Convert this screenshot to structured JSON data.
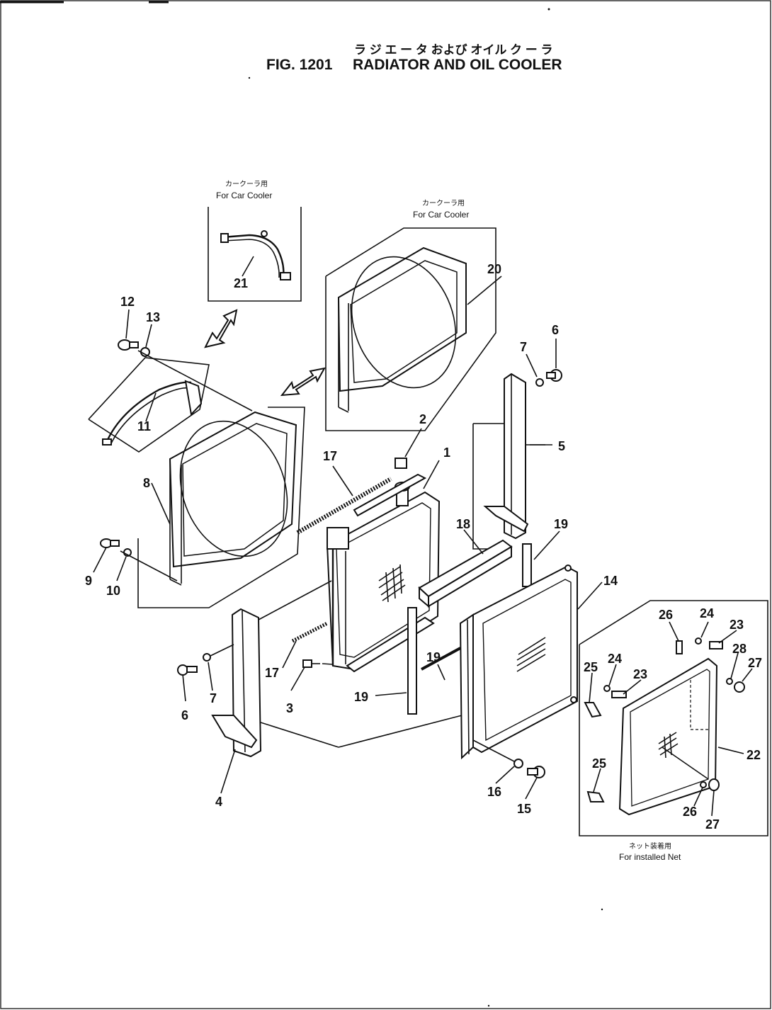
{
  "title_jp": "ラ ジ エ ー タ および オイル ク ー ラ",
  "title_fig": "FIG. 1201",
  "title_en": "RADIATOR AND OIL COOLER",
  "insets": {
    "car_cooler_a_jp": "カークーラ用",
    "car_cooler_a_en": "For Car Cooler",
    "car_cooler_b_jp": "カークーラ用",
    "car_cooler_b_en": "For Car Cooler",
    "net_jp": "ネット装着用",
    "net_en": "For installed Net"
  },
  "callouts": {
    "c1": "1",
    "c2": "2",
    "c3": "3",
    "c4": "4",
    "c5": "5",
    "c6a": "6",
    "c6b": "6",
    "c7a": "7",
    "c7b": "7",
    "c8": "8",
    "c9": "9",
    "c10": "10",
    "c11": "11",
    "c12": "12",
    "c13": "13",
    "c14": "14",
    "c15": "15",
    "c16": "16",
    "c17a": "17",
    "c17b": "17",
    "c18": "18",
    "c19a": "19",
    "c19b": "19",
    "c19c": "19",
    "c20": "20",
    "c21": "21",
    "c22": "22",
    "c23a": "23",
    "c23b": "23",
    "c24a": "24",
    "c24b": "24",
    "c25a": "25",
    "c25b": "25",
    "c26a": "26",
    "c26b": "26",
    "c27a": "27",
    "c27b": "27",
    "c28": "28"
  }
}
